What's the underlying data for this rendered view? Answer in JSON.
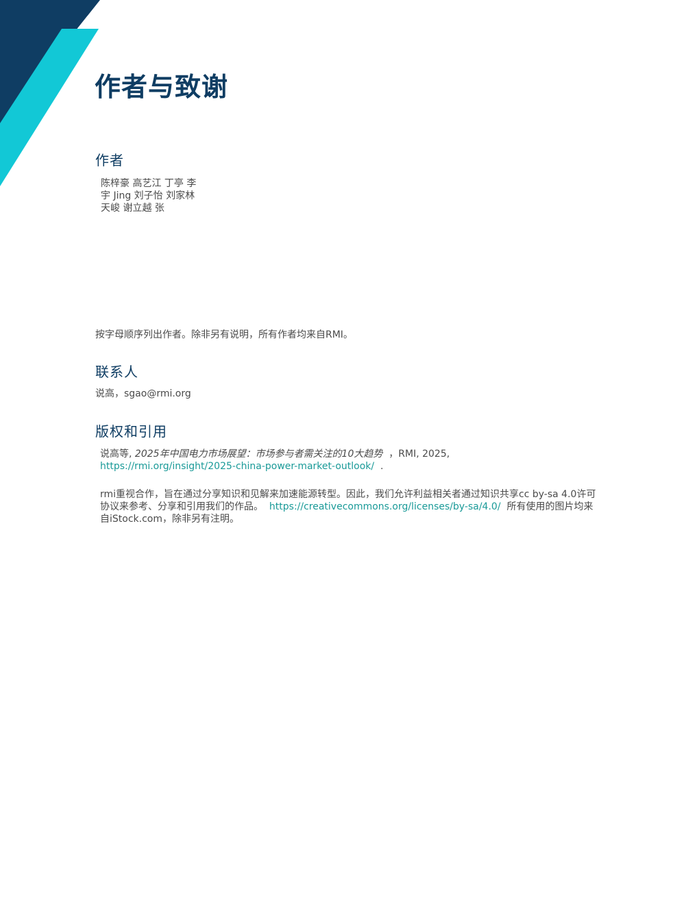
{
  "colors": {
    "navy": "#0f3d63",
    "cyan": "#12c8d6",
    "link": "#1a9a98",
    "text": "#4a4a4a"
  },
  "page_title": "作者与致谢",
  "authors": {
    "heading": "作者",
    "lines": [
      "陈梓豪 高艺江 丁亭 李",
      "宇 Jing 刘子怡 刘家林",
      "天峻 谢立越 张"
    ],
    "note": "按字母顺序列出作者。除非另有说明，所有作者均来自RMI。"
  },
  "contact": {
    "heading": "联系人",
    "text": "说高，sgao@rmi.org"
  },
  "copyright": {
    "heading": "版权和引用",
    "citation_prefix": "说高等,",
    "citation_title": "2025年中国电力市场展望：市场参与者需关注的10大趋势",
    "citation_suffix": "，RMI, 2025,",
    "citation_url": "https://rmi.org/insight/2025-china-power-market-outlook/",
    "citation_end": ".",
    "license_text_1": "rmi重视合作，旨在通过分享知识和见解来加速能源转型。因此，我们允许利益相关者通过知识共享cc by-sa 4.0许可协议来参考、分享和引用我们的作品。",
    "license_url": "https://creativecommons.org/licenses/by-sa/4.0/",
    "license_text_2": "所有使用的图片均来自iStock.com，除非另有注明。"
  }
}
